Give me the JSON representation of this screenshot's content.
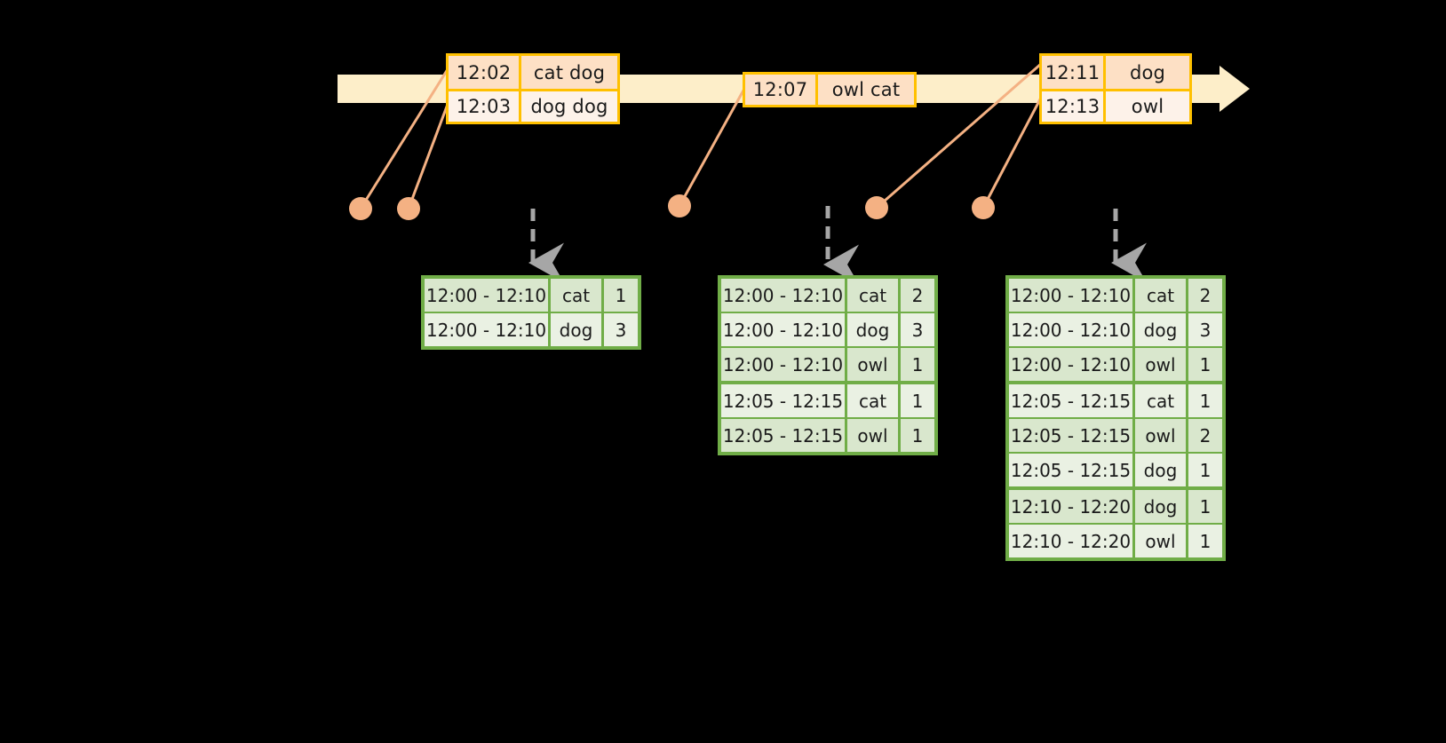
{
  "diagram": {
    "title": "windowed-aggregation-timeline",
    "colors": {
      "timeline_fill": "#fdeec9",
      "event_border": "#ffc000",
      "event_row_dark": "#fde0c5",
      "event_row_light": "#fdf2e9",
      "connector": "#f4b183",
      "table_border": "#70ad47",
      "table_row_dark": "#d9e7cd",
      "table_row_light": "#eaf1e3",
      "dashed_arrow": "#a6a6a6",
      "background": "#000000"
    }
  },
  "timeline": {
    "events": [
      {
        "id": "event-group-1",
        "rows": [
          {
            "time": "12:02",
            "payload": "cat dog"
          },
          {
            "time": "12:03",
            "payload": "dog dog"
          }
        ]
      },
      {
        "id": "event-group-2",
        "rows": [
          {
            "time": "12:07",
            "payload": "owl cat"
          }
        ]
      },
      {
        "id": "event-group-3",
        "rows": [
          {
            "time": "12:11",
            "payload": "dog"
          },
          {
            "time": "12:13",
            "payload": "owl"
          }
        ]
      }
    ]
  },
  "tables": [
    {
      "id": "result-table-1",
      "rows": [
        {
          "window": "12:00 - 12:10",
          "key": "cat",
          "count": "1"
        },
        {
          "window": "12:00 - 12:10",
          "key": "dog",
          "count": "3"
        }
      ]
    },
    {
      "id": "result-table-2",
      "rows": [
        {
          "window": "12:00 - 12:10",
          "key": "cat",
          "count": "2"
        },
        {
          "window": "12:00 - 12:10",
          "key": "dog",
          "count": "3"
        },
        {
          "window": "12:00 - 12:10",
          "key": "owl",
          "count": "1"
        },
        {
          "window": "12:05 - 12:15",
          "key": "cat",
          "count": "1"
        },
        {
          "window": "12:05 - 12:15",
          "key": "owl",
          "count": "1"
        }
      ]
    },
    {
      "id": "result-table-3",
      "rows": [
        {
          "window": "12:00 - 12:10",
          "key": "cat",
          "count": "2"
        },
        {
          "window": "12:00 - 12:10",
          "key": "dog",
          "count": "3"
        },
        {
          "window": "12:00 - 12:10",
          "key": "owl",
          "count": "1"
        },
        {
          "window": "12:05 - 12:15",
          "key": "cat",
          "count": "1"
        },
        {
          "window": "12:05 - 12:15",
          "key": "owl",
          "count": "2"
        },
        {
          "window": "12:05 - 12:15",
          "key": "dog",
          "count": "1"
        },
        {
          "window": "12:10 - 12:20",
          "key": "dog",
          "count": "1"
        },
        {
          "window": "12:10 - 12:20",
          "key": "owl",
          "count": "1"
        }
      ]
    }
  ]
}
